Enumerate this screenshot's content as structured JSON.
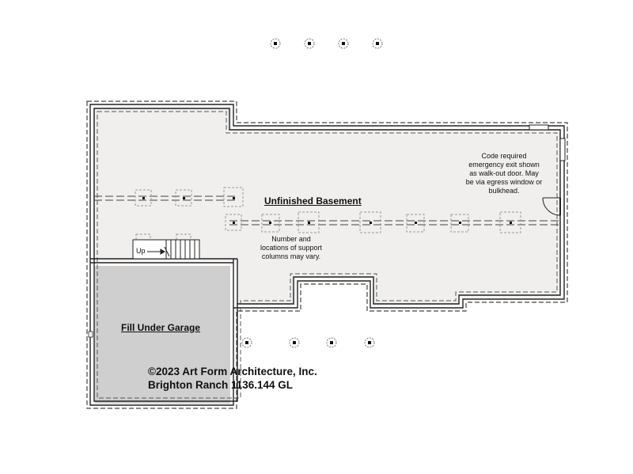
{
  "colors": {
    "basement_fill": "#f1efee",
    "garage_fill": "#cfcfcf",
    "wall": "#333333",
    "wall_fill": "#e6e6e6",
    "text": "#111111"
  },
  "labels": {
    "basement": "Unfinished Basement",
    "garage": "Fill Under Garage",
    "stair_up": "Up"
  },
  "notes": {
    "support_columns": [
      "Number and",
      "locations of support",
      "columns may vary."
    ],
    "emergency_exit": [
      "Code required",
      "emergency exit shown",
      "as walk-out door. May",
      "be via egress window or",
      "bulkhead."
    ]
  },
  "copyright": {
    "line1": "©2023 Art Form Architecture, Inc.",
    "line2": "Brighton Ranch 1136.144 GL"
  },
  "icons": {
    "pier": "pier-footing-icon",
    "column": "support-column-icon",
    "door": "door-swing-icon"
  }
}
